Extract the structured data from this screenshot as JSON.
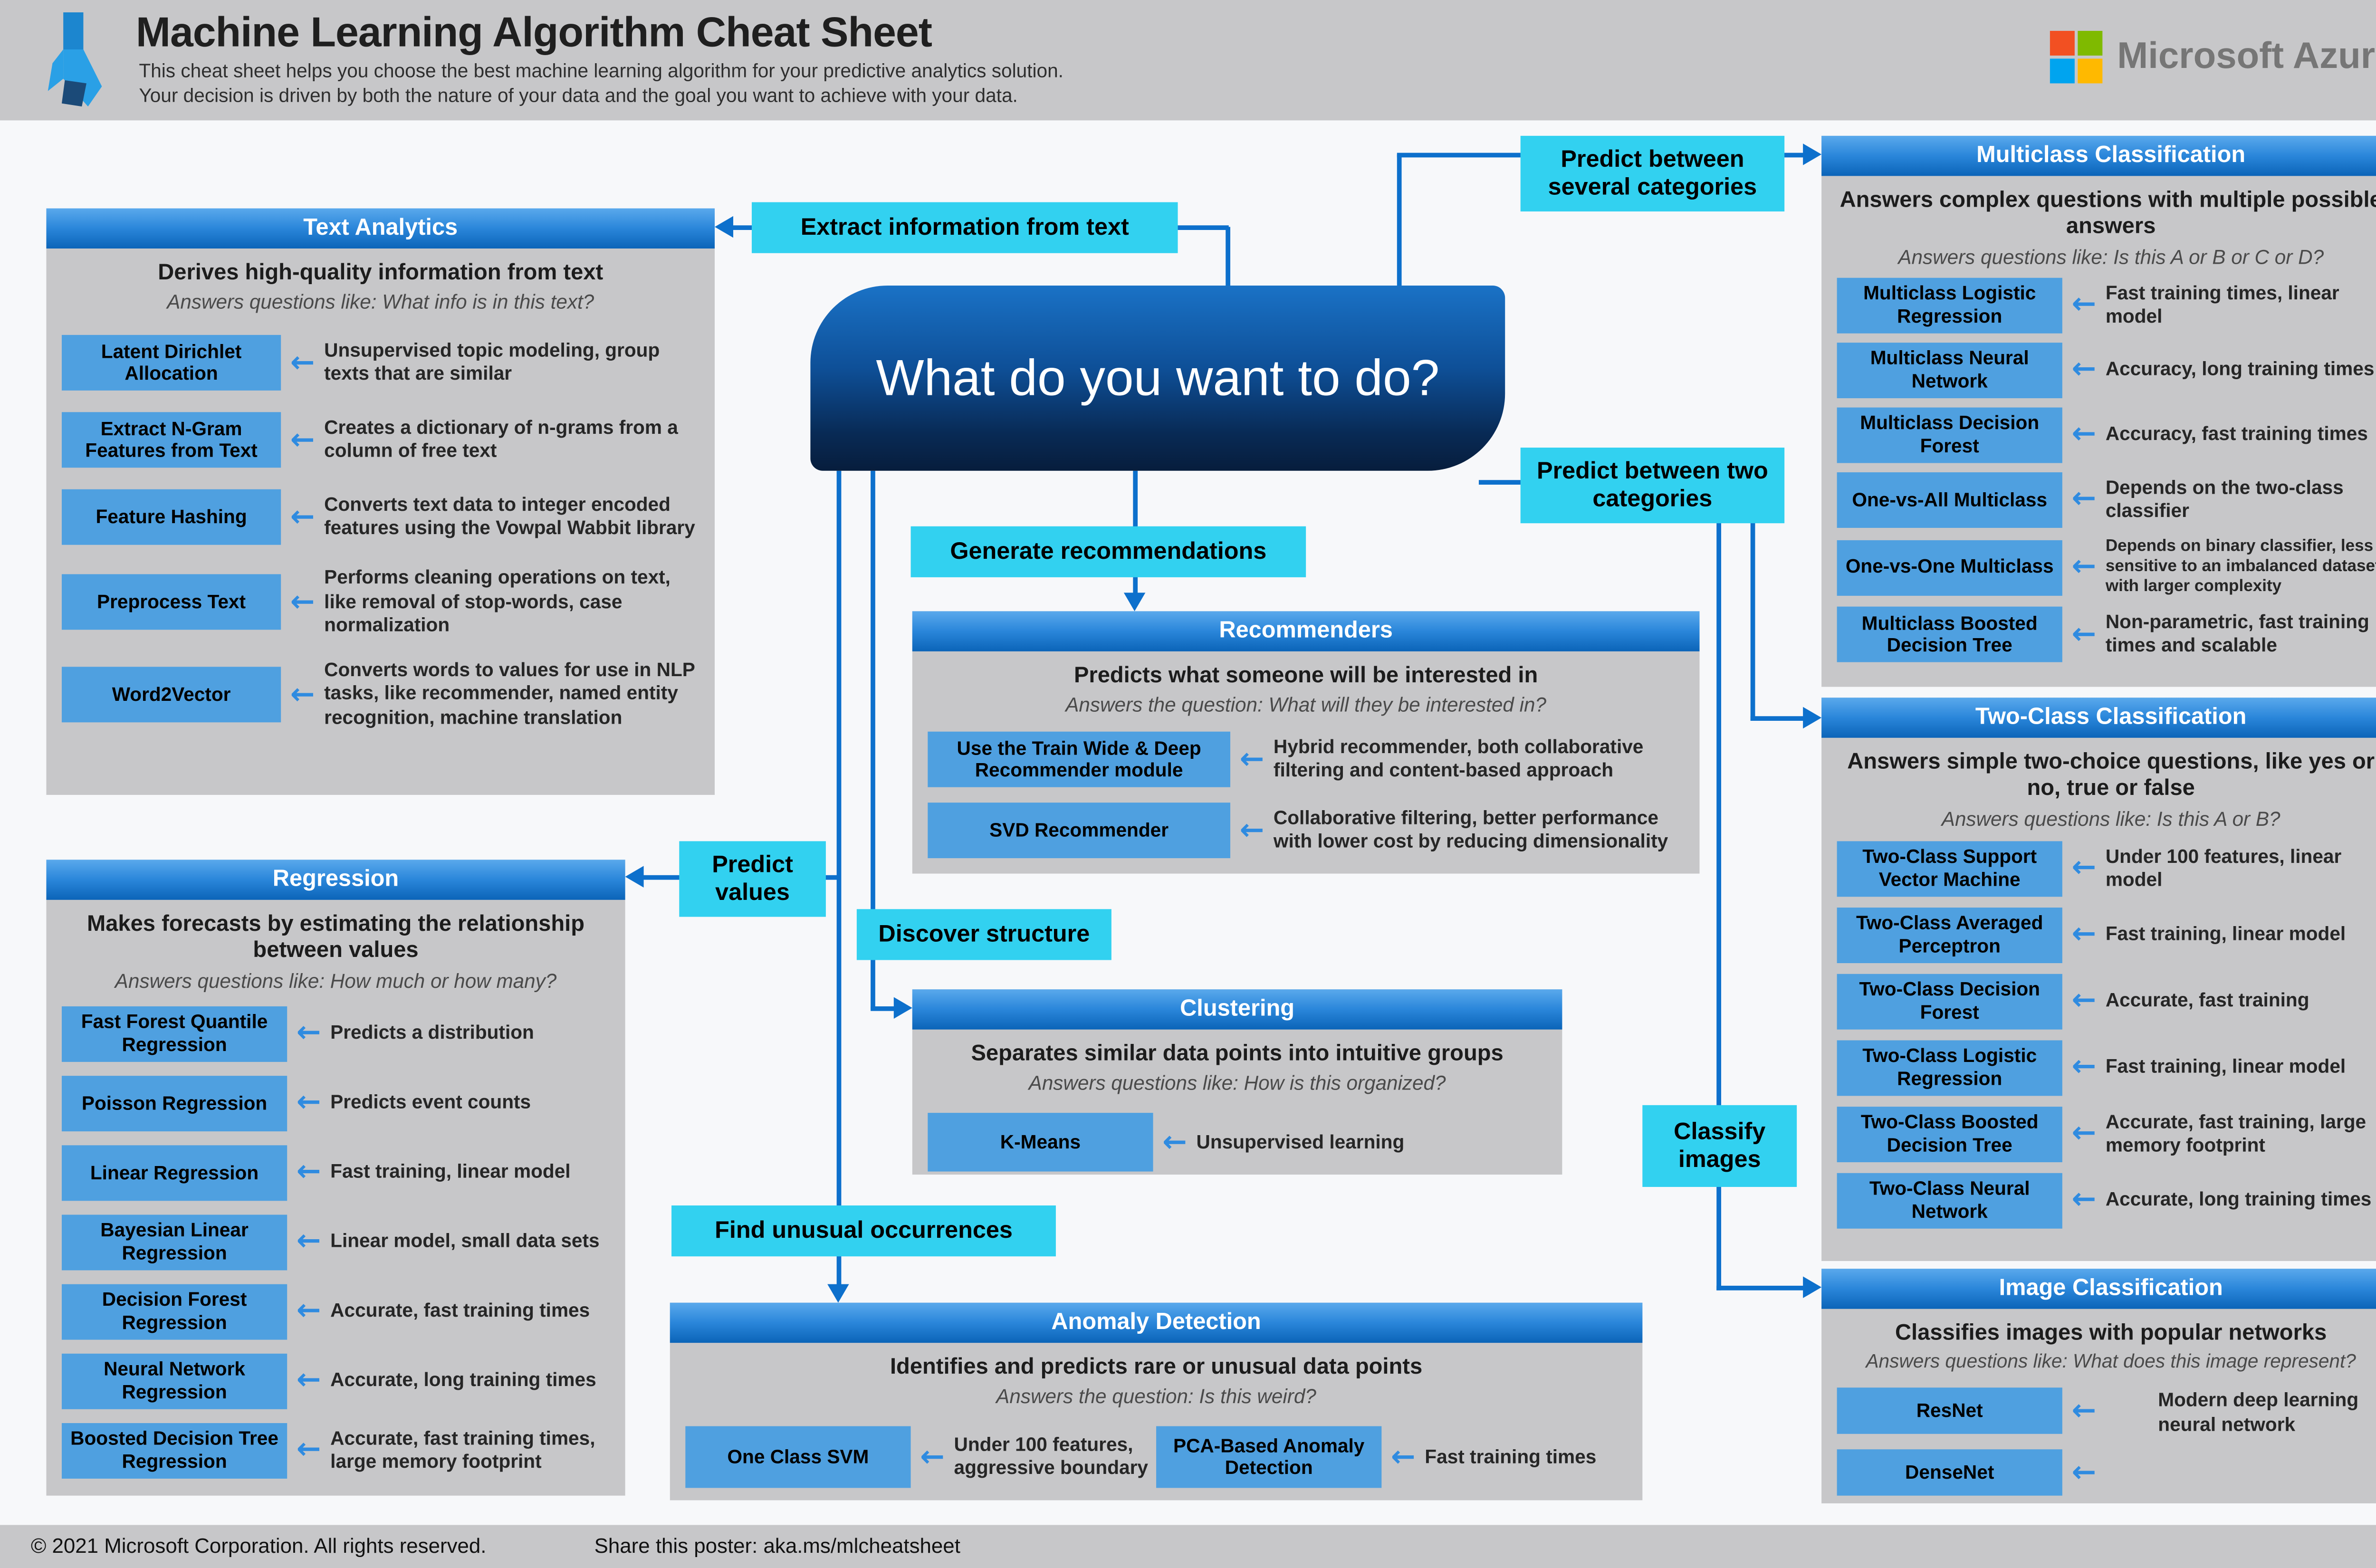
{
  "header": {
    "title": "Machine Learning Algorithm Cheat Sheet",
    "subtitle1": "This cheat sheet helps you choose the best machine learning algorithm for your predictive analytics solution.",
    "subtitle2": "Your decision is driven by both the nature of your data and the goal you want to achieve with your data.",
    "brand": "Microsoft Azure"
  },
  "center": {
    "question": "What do you want to do?"
  },
  "labels": {
    "extract": "Extract information from text",
    "several": "Predict between several categories",
    "two": "Predict between two categories",
    "generate": "Generate recommendations",
    "predict_values": "Predict values",
    "discover": "Discover structure",
    "find_unusual": "Find unusual occurrences",
    "classify": "Classify images"
  },
  "panels": {
    "text_analytics": {
      "title": "Text Analytics",
      "desc": "Derives high-quality information from text",
      "q": "Answers questions like: What info is in this text?",
      "items": [
        {
          "name": "Latent Dirichlet Allocation",
          "info": "Unsupervised topic modeling, group texts that are similar"
        },
        {
          "name": "Extract N-Gram Features from Text",
          "info": "Creates a dictionary of n-grams from a column of free text"
        },
        {
          "name": "Feature Hashing",
          "info": "Converts text data to integer encoded features using the Vowpal Wabbit library"
        },
        {
          "name": "Preprocess Text",
          "info": "Performs cleaning operations on text, like removal of stop-words, case normalization"
        },
        {
          "name": "Word2Vector",
          "info": "Converts words to values for use in NLP tasks, like recommender, named entity recognition, machine translation"
        }
      ]
    },
    "regression": {
      "title": "Regression",
      "desc": "Makes forecasts by estimating the relationship between values",
      "q": "Answers questions like: How much or how many?",
      "items": [
        {
          "name": "Fast Forest Quantile Regression",
          "info": "Predicts a distribution"
        },
        {
          "name": "Poisson Regression",
          "info": "Predicts event counts"
        },
        {
          "name": "Linear Regression",
          "info": "Fast training, linear model"
        },
        {
          "name": "Bayesian Linear Regression",
          "info": "Linear model, small data sets"
        },
        {
          "name": "Decision Forest Regression",
          "info": "Accurate, fast training times"
        },
        {
          "name": "Neural Network Regression",
          "info": "Accurate, long training times"
        },
        {
          "name": "Boosted Decision Tree Regression",
          "info": "Accurate, fast training times, large memory footprint"
        }
      ]
    },
    "recommenders": {
      "title": "Recommenders",
      "desc": "Predicts what someone will be interested in",
      "q": "Answers the question: What will they be interested in?",
      "items": [
        {
          "name": "Use the Train Wide & Deep Recommender module",
          "info": "Hybrid recommender, both collaborative filtering and content-based approach"
        },
        {
          "name": "SVD Recommender",
          "info": "Collaborative filtering, better performance with lower cost by reducing dimensionality"
        }
      ]
    },
    "clustering": {
      "title": "Clustering",
      "desc": "Separates similar data points into intuitive groups",
      "q": "Answers questions like: How is this organized?",
      "items": [
        {
          "name": "K-Means",
          "info": "Unsupervised learning"
        }
      ]
    },
    "anomaly": {
      "title": "Anomaly Detection",
      "desc": "Identifies and predicts rare or unusual data points",
      "q": "Answers the question: Is this weird?",
      "items": [
        {
          "name": "One Class SVM",
          "info": "Under 100 features, aggressive boundary"
        },
        {
          "name": "PCA-Based Anomaly Detection",
          "info": "Fast training times"
        }
      ]
    },
    "multiclass": {
      "title": "Multiclass Classification",
      "desc": "Answers complex questions with multiple possible answers",
      "q": "Answers questions like: Is this A or B or C or D?",
      "items": [
        {
          "name": "Multiclass Logistic Regression",
          "info": "Fast training times, linear model"
        },
        {
          "name": "Multiclass Neural Network",
          "info": "Accuracy, long training times"
        },
        {
          "name": "Multiclass Decision Forest",
          "info": "Accuracy, fast training times"
        },
        {
          "name": "One-vs-All Multiclass",
          "info": "Depends on the two-class classifier"
        },
        {
          "name": "One-vs-One Multiclass",
          "info": "Depends on binary classifier, less sensitive to an imbalanced dataset with larger complexity"
        },
        {
          "name": "Multiclass Boosted Decision Tree",
          "info": "Non-parametric, fast training times and scalable"
        }
      ]
    },
    "two_class": {
      "title": "Two-Class Classification",
      "desc": "Answers simple two-choice questions, like yes or no, true or false",
      "q": "Answers questions like: Is this A or B?",
      "items": [
        {
          "name": "Two-Class Support Vector Machine",
          "info": "Under 100 features, linear model"
        },
        {
          "name": "Two-Class Averaged Perceptron",
          "info": "Fast training, linear model"
        },
        {
          "name": "Two-Class Decision Forest",
          "info": "Accurate, fast training"
        },
        {
          "name": "Two-Class Logistic Regression",
          "info": "Fast training, linear model"
        },
        {
          "name": "Two-Class Boosted Decision Tree",
          "info": "Accurate, fast training, large memory footprint"
        },
        {
          "name": "Two-Class Neural Network",
          "info": "Accurate, long training times"
        }
      ]
    },
    "image_class": {
      "title": "Image Classification",
      "desc": "Classifies images with popular networks",
      "q": "Answers questions like: What does this image represent?",
      "shared_info": "Modern deep learning neural network",
      "items": [
        {
          "name": "ResNet"
        },
        {
          "name": "DenseNet"
        }
      ]
    }
  },
  "footer": {
    "copyright": "© 2021 Microsoft Corporation. All rights reserved.",
    "share": "Share this poster: aka.ms/mlcheatsheet"
  },
  "colors": {
    "flow_line": "#0d70cc",
    "decision_label_cyan": "#32d1f0",
    "algorithm_blue": "#4fa0e0",
    "panel_gray": "#c7c7c9"
  }
}
